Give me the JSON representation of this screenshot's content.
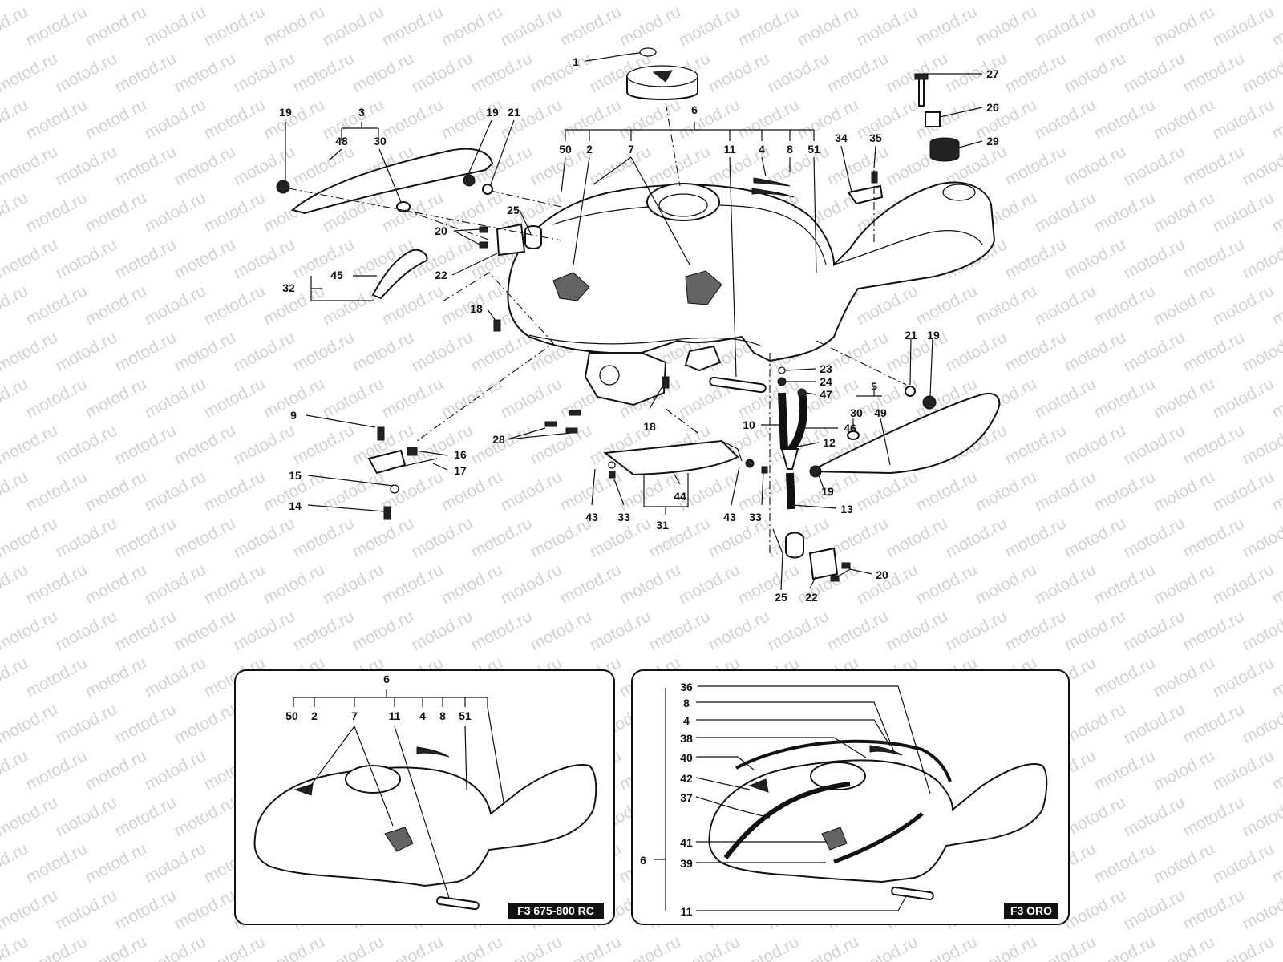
{
  "watermark": "motod.ru",
  "main_callouts": [
    {
      "id": "c1",
      "text": "1"
    },
    {
      "id": "c27",
      "text": "27"
    },
    {
      "id": "c26",
      "text": "26"
    },
    {
      "id": "c29",
      "text": "29"
    },
    {
      "id": "c19a",
      "text": "19"
    },
    {
      "id": "c3",
      "text": "3"
    },
    {
      "id": "c48",
      "text": "48"
    },
    {
      "id": "c30a",
      "text": "30"
    },
    {
      "id": "c19b",
      "text": "19"
    },
    {
      "id": "c21a",
      "text": "21"
    },
    {
      "id": "c6",
      "text": "6"
    },
    {
      "id": "c50",
      "text": "50"
    },
    {
      "id": "c2",
      "text": "2"
    },
    {
      "id": "c7",
      "text": "7"
    },
    {
      "id": "c11",
      "text": "11"
    },
    {
      "id": "c4",
      "text": "4"
    },
    {
      "id": "c8",
      "text": "8"
    },
    {
      "id": "c51",
      "text": "51"
    },
    {
      "id": "c34",
      "text": "34"
    },
    {
      "id": "c35",
      "text": "35"
    },
    {
      "id": "c25a",
      "text": "25"
    },
    {
      "id": "c20a",
      "text": "20"
    },
    {
      "id": "c22a",
      "text": "22"
    },
    {
      "id": "c32",
      "text": "32"
    },
    {
      "id": "c45",
      "text": "45"
    },
    {
      "id": "c18a",
      "text": "18"
    },
    {
      "id": "c21b",
      "text": "21"
    },
    {
      "id": "c19c",
      "text": "19"
    },
    {
      "id": "c23",
      "text": "23"
    },
    {
      "id": "c24",
      "text": "24"
    },
    {
      "id": "c47",
      "text": "47"
    },
    {
      "id": "c5",
      "text": "5"
    },
    {
      "id": "c30b",
      "text": "30"
    },
    {
      "id": "c49",
      "text": "49"
    },
    {
      "id": "c10",
      "text": "10"
    },
    {
      "id": "c46",
      "text": "46"
    },
    {
      "id": "c12",
      "text": "12"
    },
    {
      "id": "c9",
      "text": "9"
    },
    {
      "id": "c16",
      "text": "16"
    },
    {
      "id": "c17",
      "text": "17"
    },
    {
      "id": "c15",
      "text": "15"
    },
    {
      "id": "c14",
      "text": "14"
    },
    {
      "id": "c28",
      "text": "28"
    },
    {
      "id": "c18b",
      "text": "18"
    },
    {
      "id": "c43a",
      "text": "43"
    },
    {
      "id": "c33a",
      "text": "33"
    },
    {
      "id": "c44",
      "text": "44"
    },
    {
      "id": "c31",
      "text": "31"
    },
    {
      "id": "c43b",
      "text": "43"
    },
    {
      "id": "c33b",
      "text": "33"
    },
    {
      "id": "c19d",
      "text": "19"
    },
    {
      "id": "c13",
      "text": "13"
    },
    {
      "id": "c25b",
      "text": "25"
    },
    {
      "id": "c22b",
      "text": "22"
    },
    {
      "id": "c20b",
      "text": "20"
    }
  ],
  "inset_rc": {
    "label": "F3 675-800 RC",
    "callouts": [
      {
        "id": "r6",
        "text": "6"
      },
      {
        "id": "r50",
        "text": "50"
      },
      {
        "id": "r2",
        "text": "2"
      },
      {
        "id": "r7",
        "text": "7"
      },
      {
        "id": "r11",
        "text": "11"
      },
      {
        "id": "r4",
        "text": "4"
      },
      {
        "id": "r8",
        "text": "8"
      },
      {
        "id": "r51",
        "text": "51"
      }
    ]
  },
  "inset_oro": {
    "label": "F3 ORO",
    "callouts": [
      {
        "id": "o36",
        "text": "36"
      },
      {
        "id": "o8",
        "text": "8"
      },
      {
        "id": "o4",
        "text": "4"
      },
      {
        "id": "o38",
        "text": "38"
      },
      {
        "id": "o40",
        "text": "40"
      },
      {
        "id": "o6",
        "text": "6"
      },
      {
        "id": "o42",
        "text": "42"
      },
      {
        "id": "o37",
        "text": "37"
      },
      {
        "id": "o41",
        "text": "41"
      },
      {
        "id": "o39",
        "text": "39"
      },
      {
        "id": "o11",
        "text": "11"
      }
    ]
  }
}
